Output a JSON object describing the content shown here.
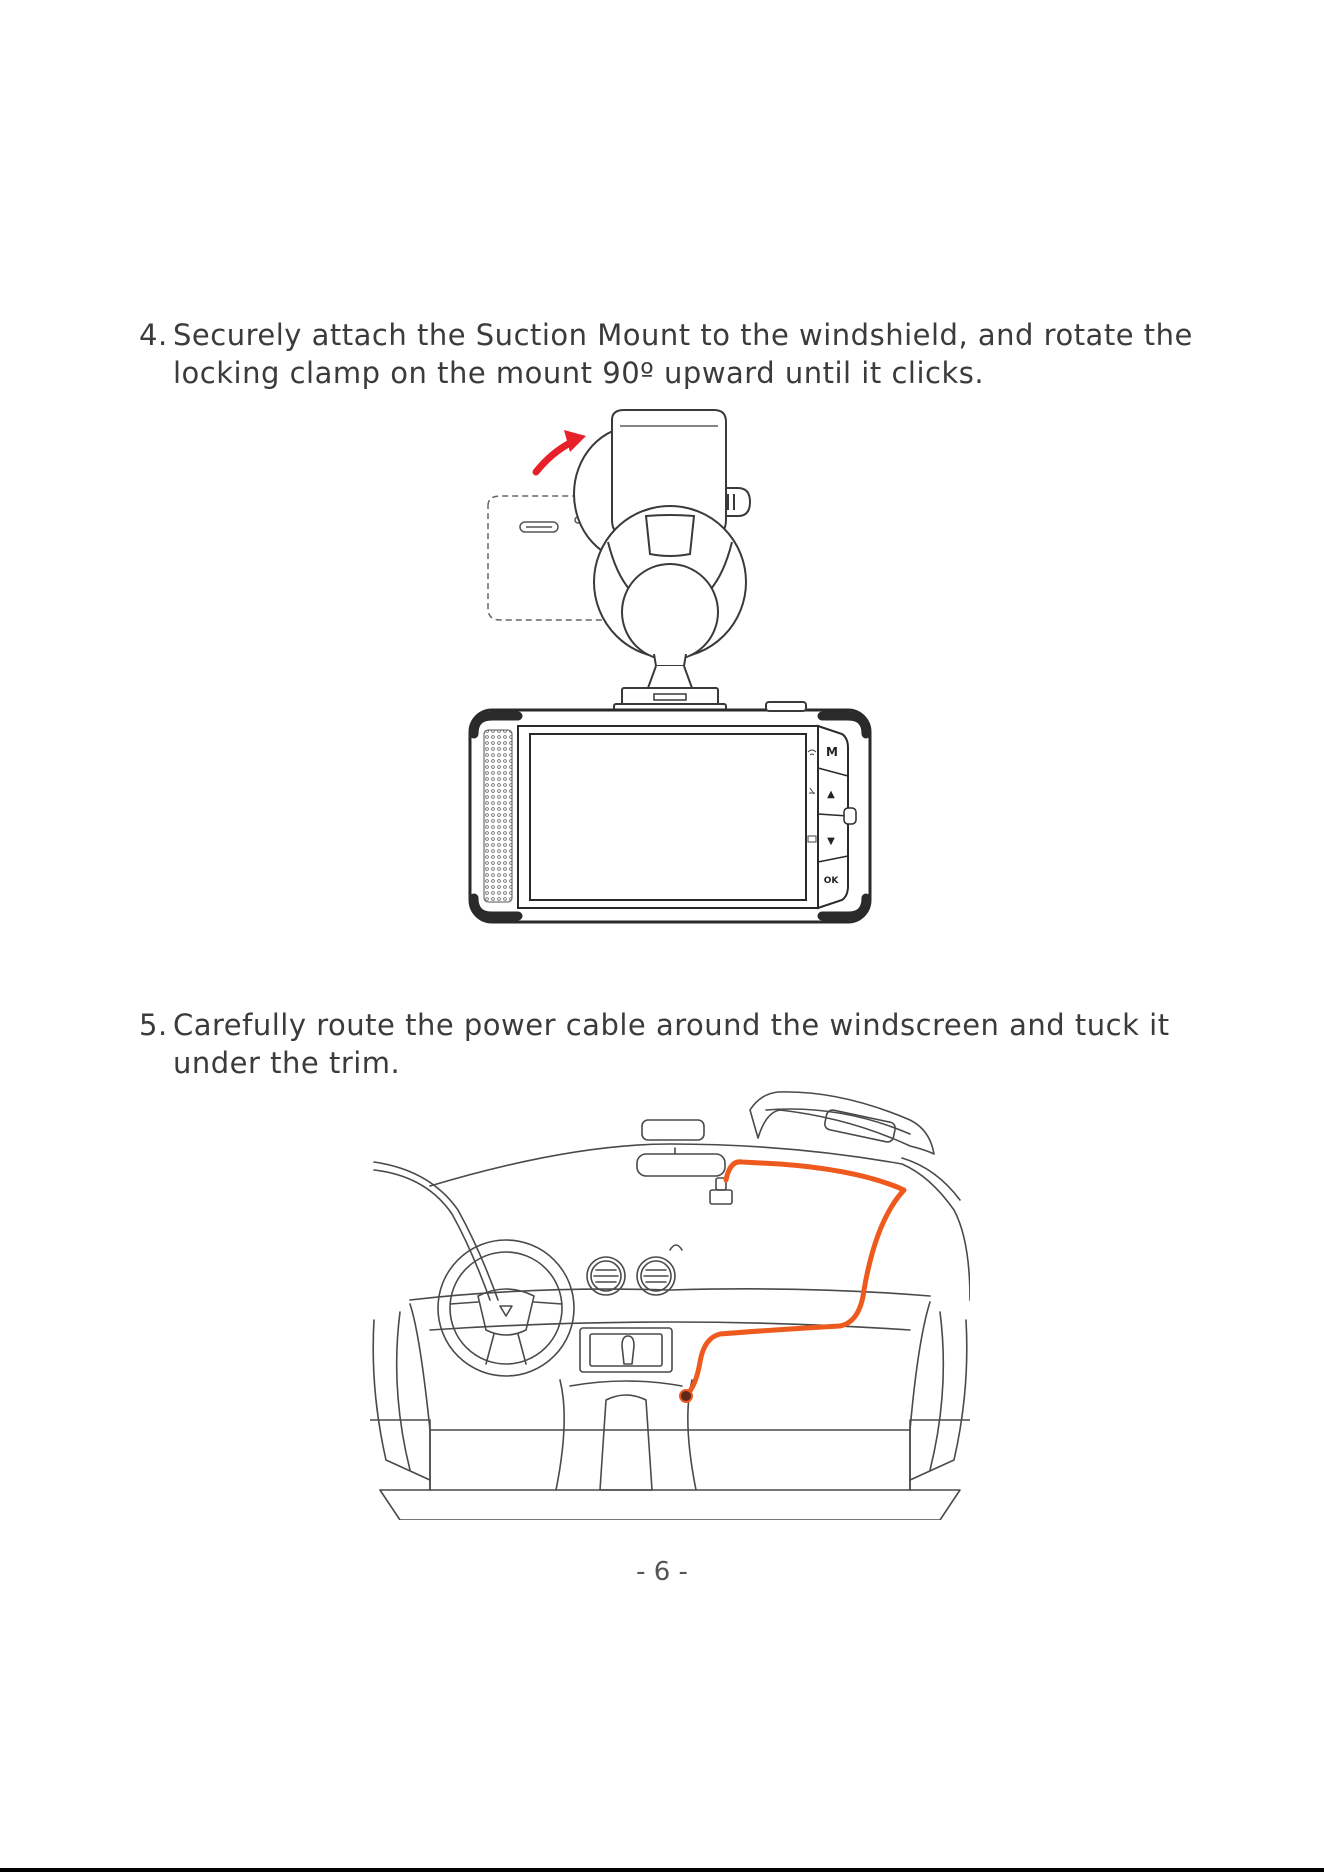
{
  "steps": [
    {
      "number": "4.",
      "text": "Securely attach the Suction Mount to the windshield, and rotate the locking clamp on the mount 90º upward until it clicks."
    },
    {
      "number": "5.",
      "text": "Carefully route the power cable around the windscreen and tuck it under the trim."
    }
  ],
  "dashcam": {
    "buttons": [
      "M",
      "▲",
      "▼",
      "OK"
    ]
  },
  "colors": {
    "arrow": "#e8202a",
    "cable": "#ee5a1e",
    "line": "#3a3a3a"
  },
  "page_number": "- 6 -"
}
